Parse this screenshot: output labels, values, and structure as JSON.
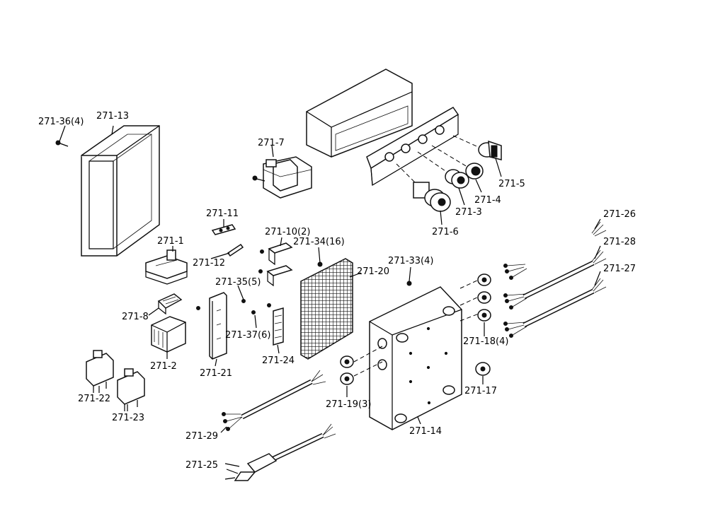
{
  "labels": {
    "p271_36": "271-36(4)",
    "p271_13": "271-13",
    "p271_7": "271-7",
    "p271_5": "271-5",
    "p271_4": "271-4",
    "p271_3": "271-3",
    "p271_6": "271-6",
    "p271_11": "271-11",
    "p271_1": "271-1",
    "p271_12": "271-12",
    "p271_10": "271-10(2)",
    "p271_34": "271-34(16)",
    "p271_20": "271-20",
    "p271_33": "271-33(4)",
    "p271_26": "271-26",
    "p271_28": "271-28",
    "p271_27": "271-27",
    "p271_35": "271-35(5)",
    "p271_8": "271-8",
    "p271_37": "271-37(6)",
    "p271_2": "271-2",
    "p271_21": "271-21",
    "p271_24": "271-24",
    "p271_18": "271-18(4)",
    "p271_22": "271-22",
    "p271_23": "271-23",
    "p271_19": "271-19(3)",
    "p271_17": "271-17",
    "p271_29": "271-29",
    "p271_14": "271-14",
    "p271_25": "271-25"
  }
}
